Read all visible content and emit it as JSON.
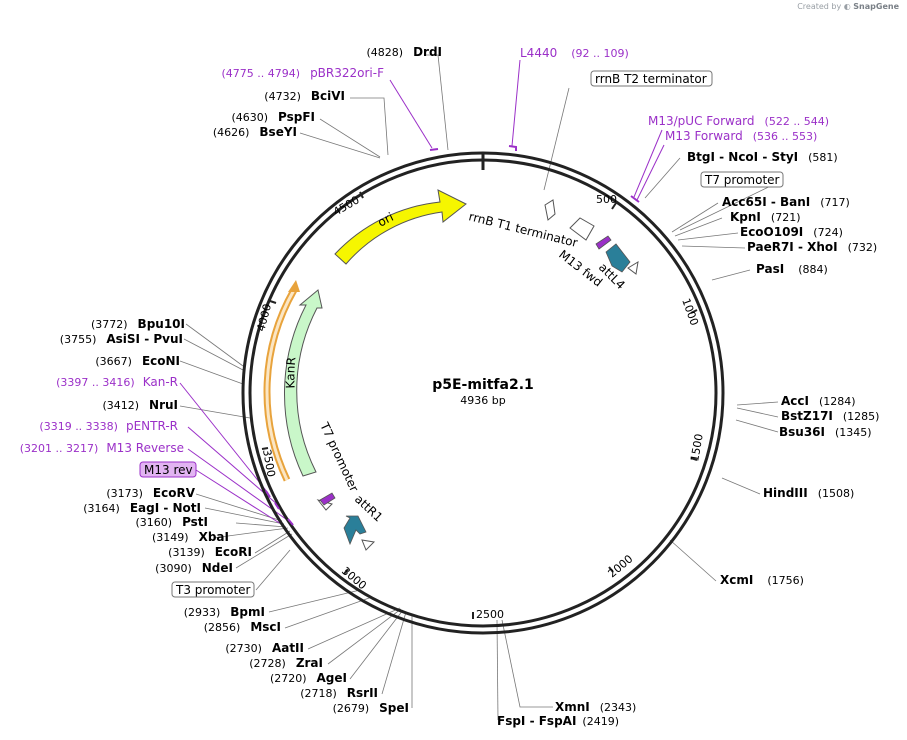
{
  "credit": {
    "prefix": "Created by",
    "brand": "SnapGene"
  },
  "plasmid": {
    "name": "p5E-mitfa2.1",
    "length_label": "4936 bp",
    "length": 4936
  },
  "colors": {
    "backbone": "#222222",
    "primer": "#9b30c8",
    "ori": "#f6f600",
    "kanr": "#c9f7c9",
    "kanr_orange": "#e8a33c",
    "att": "#2a7f99",
    "promoter": "#ffffff"
  },
  "ticks": [
    "500",
    "1000",
    "1500",
    "2000",
    "2500",
    "3000",
    "3500",
    "4000",
    "4500"
  ],
  "sites": [
    {
      "name": "DrdI",
      "pos": "(4828)",
      "side": "L"
    },
    {
      "name": "BciVI",
      "pos": "(4732)",
      "side": "L"
    },
    {
      "name": "PspFI",
      "pos": "(4630)",
      "side": "L"
    },
    {
      "name": "BseYI",
      "pos": "(4626)",
      "side": "L"
    },
    {
      "name": "BtgI  - NcoI  - StyI",
      "pos": "(581)",
      "side": "R"
    },
    {
      "name": "Acc65I  - BanI",
      "pos": "(717)",
      "side": "R"
    },
    {
      "name": "KpnI",
      "pos": "(721)",
      "side": "R"
    },
    {
      "name": "EcoO109I",
      "pos": "(724)",
      "side": "R"
    },
    {
      "name": "PaeR7I  - XhoI",
      "pos": "(732)",
      "side": "R"
    },
    {
      "name": "PasI",
      "pos": "(884)",
      "side": "R"
    },
    {
      "name": "AccI",
      "pos": "(1284)",
      "side": "R"
    },
    {
      "name": "BstZ17I",
      "pos": "(1285)",
      "side": "R"
    },
    {
      "name": "Bsu36I",
      "pos": "(1345)",
      "side": "R"
    },
    {
      "name": "HindIII",
      "pos": "(1508)",
      "side": "R"
    },
    {
      "name": "XcmI",
      "pos": "(1756)",
      "side": "R"
    },
    {
      "name": "XmnI",
      "pos": "(2343)",
      "side": "R"
    },
    {
      "name": "FspI  - FspAI",
      "pos": "(2419)",
      "side": "R"
    },
    {
      "name": "SpeI",
      "pos": "(2679)",
      "side": "L"
    },
    {
      "name": "RsrII",
      "pos": "(2718)",
      "side": "L"
    },
    {
      "name": "AgeI",
      "pos": "(2720)",
      "side": "L"
    },
    {
      "name": "ZraI",
      "pos": "(2728)",
      "side": "L"
    },
    {
      "name": "AatII",
      "pos": "(2730)",
      "side": "L"
    },
    {
      "name": "MscI",
      "pos": "(2856)",
      "side": "L"
    },
    {
      "name": "BpmI",
      "pos": "(2933)",
      "side": "L"
    },
    {
      "name": "NdeI",
      "pos": "(3090)",
      "side": "L"
    },
    {
      "name": "EcoRI",
      "pos": "(3139)",
      "side": "L"
    },
    {
      "name": "XbaI",
      "pos": "(3149)",
      "side": "L"
    },
    {
      "name": "PstI",
      "pos": "(3160)",
      "side": "L"
    },
    {
      "name": "EagI  - NotI",
      "pos": "(3164)",
      "side": "L"
    },
    {
      "name": "EcoRV",
      "pos": "(3173)",
      "side": "L"
    },
    {
      "name": "NruI",
      "pos": "(3412)",
      "side": "L"
    },
    {
      "name": "EcoNI",
      "pos": "(3667)",
      "side": "L"
    },
    {
      "name": "AsiSI  - PvuI",
      "pos": "(3755)",
      "side": "L"
    },
    {
      "name": "Bpu10I",
      "pos": "(3772)",
      "side": "L"
    }
  ],
  "primers": [
    {
      "name": "L4440",
      "range": "(92 .. 109)"
    },
    {
      "name": "pBR322ori-F",
      "range": "(4775 .. 4794)"
    },
    {
      "name": "M13/pUC Forward",
      "range": "(522 .. 544)"
    },
    {
      "name": "M13 Forward",
      "range": "(536 .. 553)"
    },
    {
      "name": "Kan-R",
      "range": "(3397 .. 3416)"
    },
    {
      "name": "pENTR-R",
      "range": "(3319 .. 3338)"
    },
    {
      "name": "M13 Reverse",
      "range": "(3201 .. 3217)"
    }
  ],
  "boxed": [
    {
      "name": "rrnB T2 terminator"
    },
    {
      "name": "T7 promoter"
    },
    {
      "name": "T3 promoter"
    },
    {
      "name": "M13 rev"
    }
  ],
  "features": {
    "ori": "ori",
    "kanr": "KanR",
    "rrnB_t1": "rrnB T1 terminator",
    "m13_fwd": "M13 fwd",
    "attL4": "attL4",
    "t7_promoter": "T7 promoter",
    "attR1": "attR1"
  }
}
